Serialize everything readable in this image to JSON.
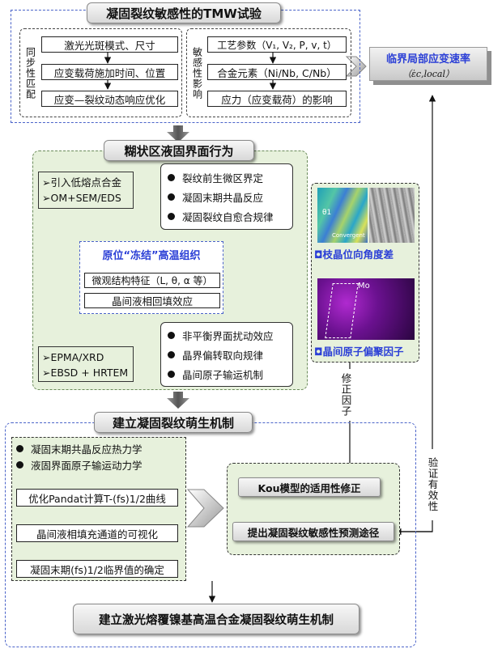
{
  "section1": {
    "title": "凝固裂纹敏感性的TMW试验",
    "left_vertical": "同步性匹配",
    "left_items": [
      "激光光斑模式、尺寸",
      "应变载荷施加时间、位置",
      "应变—裂纹动态响应优化"
    ],
    "mid_vertical": "敏感性影响",
    "mid_items": [
      "工艺参数（V₁, V₂, P, v, t）",
      "合金元素（Ni/Nb, C/Nb）",
      "应力（应变载荷）的影响"
    ],
    "right_title": "临界局部应变速率",
    "right_formula": "（ε̇c,local）"
  },
  "section2": {
    "title": "糊状区液固界面行为",
    "methods_top": [
      "➢引入低熔点合金",
      "➢OM+SEM/EDS"
    ],
    "bullets_top": [
      "裂纹前生微区界定",
      "凝固末期共晶反应",
      "凝固裂纹自愈合规律"
    ],
    "center_title": "原位“冻结”高温组织",
    "center_items": [
      "微观结构特征（L, θ, α 等）",
      "晶间液相回填效应"
    ],
    "methods_bottom": [
      "➢EPMA/XRD",
      "➢EBSD + HRTEM"
    ],
    "bullets_bottom": [
      "非平衡界面扰动效应",
      "晶界偏转取向规律",
      "晶间原子输运机制"
    ],
    "image1_caption": "◘枝晶位向角度差",
    "image2_caption": "◘晶间原子偏聚因子",
    "image1_labels": [
      "θ1",
      "Convergent"
    ],
    "image2_labels": [
      "Mo"
    ],
    "correction_label": "修正因子"
  },
  "section3": {
    "title": "建立凝固裂纹萌生机制",
    "bullets": [
      "凝固末期共晶反应热力学",
      "液固界面原子输运动力学"
    ],
    "chain": [
      "优化Pandat计算T-(fs)1/2曲线",
      "晶间液相填充通道的可视化",
      "凝固末期(fs)1/2临界值的确定"
    ],
    "right_boxes": [
      "Kou模型的适用性修正",
      "提出凝固裂纹敏感性预测途径"
    ],
    "validate_label": "验证有效性",
    "final": "建立激光熔覆镍基高温合金凝固裂纹萌生机制"
  },
  "colors": {
    "accent_blue": "#2b3fd6",
    "green_fill": "#e7f1dc",
    "dash_blue": "#4a63c9"
  }
}
